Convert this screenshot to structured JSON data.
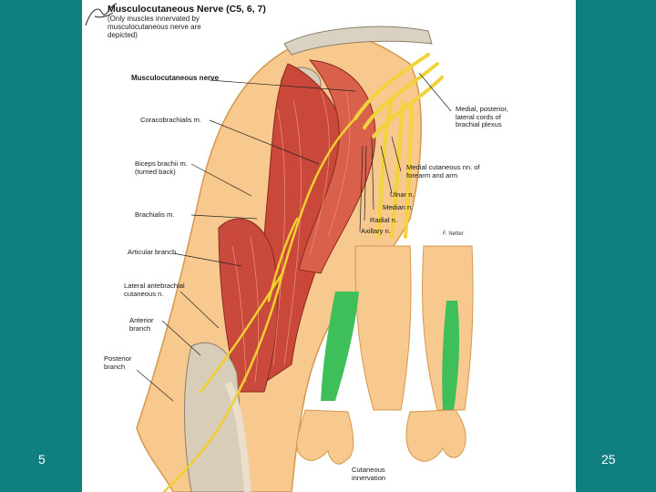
{
  "slide": {
    "left_number": "5",
    "right_number": "25",
    "background_color": "#0f7f80"
  },
  "plate": {
    "title": "Musculocutaneous Nerve (C5, 6, 7)",
    "subtitle": "(Only muscles innervated by musculocutaneous nerve are depicted)",
    "labels": {
      "musculocutaneous_nerve": "Musculocutaneous nerve",
      "coracobrachialis": "Coracobrachialis m.",
      "biceps_brachii": "Biceps brachii m. (turned back)",
      "brachialis": "Brachialis m.",
      "articular_branch": "Articular branch",
      "lateral_antebrachial": "Lateral antebrachial cutaneous n.",
      "anterior_branch": "Anterior branch",
      "posterior_branch": "Posterior branch",
      "cords": "Medial, posterior, lateral cords of brachial plexus",
      "medial_cutaneous": "Medial cutaneous nn. of forearm and arm",
      "ulnar": "Ulnar n.",
      "median": "Median n.",
      "radial": "Radial n.",
      "axillary": "Axillary n.",
      "cutaneous_innervation": "Cutaneous innervation",
      "signature": "F. Netter"
    }
  }
}
